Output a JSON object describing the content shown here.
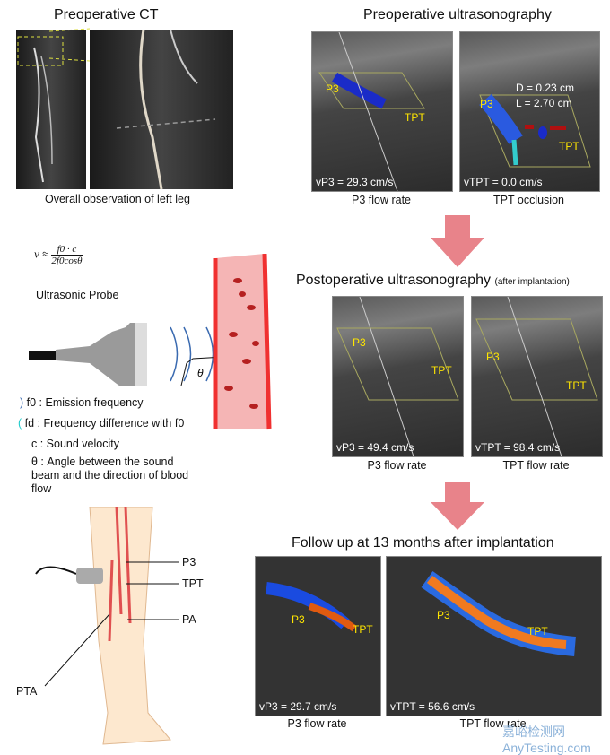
{
  "ct": {
    "title": "Preoperative CT",
    "caption": "Overall observation of left leg"
  },
  "pre_us": {
    "title": "Preoperative ultrasonography",
    "left": {
      "labels": [
        "P3",
        "TPT"
      ],
      "velocity": "vP3 = 29.3 cm/s",
      "caption": "P3 flow rate"
    },
    "right": {
      "labels": [
        "P3",
        "TPT"
      ],
      "D": "D = 0.23 cm",
      "L": "L = 2.70 cm",
      "velocity": "vTPT = 0.0 cm/s",
      "caption": "TPT occlusion"
    }
  },
  "post_us": {
    "title": "Postoperative ultrasonography",
    "subtitle": "(after implantation)",
    "left": {
      "labels": [
        "P3",
        "TPT"
      ],
      "velocity": "vP3 = 49.4 cm/s",
      "caption": "P3 flow rate"
    },
    "right": {
      "labels": [
        "P3",
        "TPT"
      ],
      "velocity": "vTPT = 98.4 cm/s",
      "caption": "TPT flow rate"
    }
  },
  "follow_up": {
    "title": "Follow up at 13 months after implantation",
    "left": {
      "labels": [
        "P3",
        "TPT"
      ],
      "velocity": "vP3 = 29.7 cm/s",
      "caption": "P3 flow rate"
    },
    "right": {
      "labels": [
        "P3",
        "TPT"
      ],
      "velocity": "vTPT = 56.6 cm/s",
      "caption": "TPT flow rate"
    }
  },
  "doppler": {
    "formula_lhs": "v ≈",
    "formula_num": "f0 · c",
    "formula_den": "2f0cosθ",
    "probe_label": "Ultrasonic Probe",
    "theta": "θ",
    "legend": [
      "f0 : Emission frequency",
      "fd : Frequency difference with f0",
      "c : Sound velocity",
      "θ : Angle between the sound beam and the direction of blood flow"
    ]
  },
  "anatomy": {
    "labels": [
      "P3",
      "TPT",
      "PA",
      "PTA"
    ]
  },
  "watermark": "嘉峪检测网 AnyTesting.com",
  "colors": {
    "arrow": "#e8838a",
    "vessel": "#f03030",
    "label": "#ffe600"
  }
}
